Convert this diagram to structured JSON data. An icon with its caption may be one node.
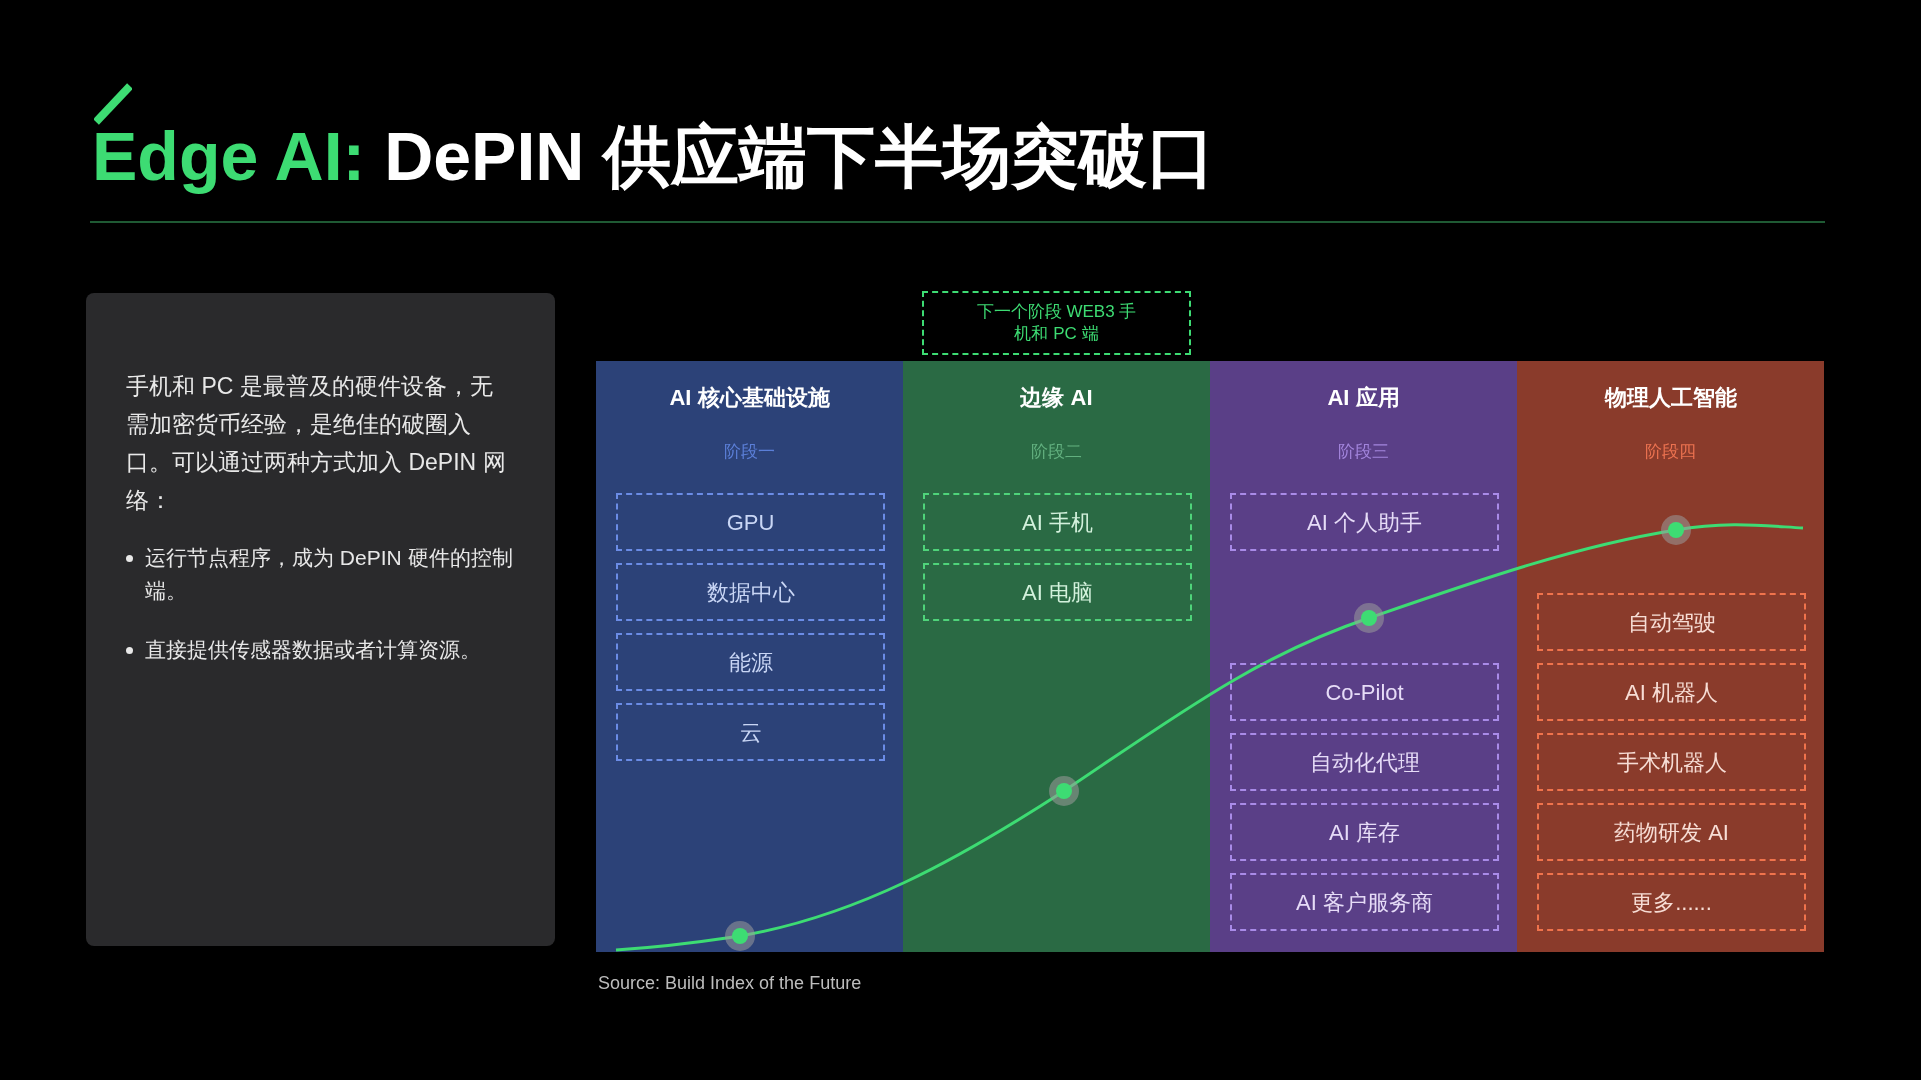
{
  "diagram": {
    "title": "Edge AI: DePIN 供应端下半场突破口",
    "caption": "Source: Build Index of the Future",
    "nodes": [
      {
        "text": [
          "手机和 PC 是最普及的硬件设备，无需加密货币经验，是绝佳的破圈入口。可以通过两种方式加入 DePIN 网络：",
          "运行节点程序，成为 DePIN 硬件的控制端。",
          "直接提供传感器数据或者计算资源。"
        ]
      },
      {
        "text": [
          "下一个阶段 WEB3 手机和 PC 端"
        ]
      },
      {
        "text": [
          "AI 核心基础设施",
          "阶段一"
        ]
      },
      {
        "text": [
          "GPU"
        ],
        "in": 2
      },
      {
        "text": [
          "数据中心"
        ],
        "in": 2
      },
      {
        "text": [
          "能源"
        ],
        "in": 2
      },
      {
        "text": [
          "云"
        ],
        "in": 2
      },
      {
        "text": [
          "边缘 AI",
          "阶段二"
        ]
      },
      {
        "text": [
          "AI 手机"
        ],
        "in": 7
      },
      {
        "text": [
          "AI 电脑"
        ],
        "in": 7
      },
      {
        "text": [
          "AI 应用",
          "阶段三"
        ]
      },
      {
        "text": [
          "AI 个人助手"
        ],
        "in": 10
      },
      {
        "text": [
          "Co-Pilot"
        ],
        "in": 10
      },
      {
        "text": [
          "自动化代理"
        ],
        "in": 10
      },
      {
        "text": [
          "AI 库存"
        ],
        "in": 10
      },
      {
        "text": [
          "AI 客户服务商"
        ],
        "in": 10
      },
      {
        "text": [
          "物理人工智能",
          "阶段四"
        ]
      },
      {
        "text": [
          "自动驾驶"
        ],
        "in": 16
      },
      {
        "text": [
          "AI 机器人"
        ],
        "in": 16
      },
      {
        "text": [
          "手术机器人"
        ],
        "in": 16
      },
      {
        "text": [
          "药物研发 AI"
        ],
        "in": 16
      },
      {
        "text": [
          "更多......"
        ],
        "in": 16
      }
    ]
  }
}
